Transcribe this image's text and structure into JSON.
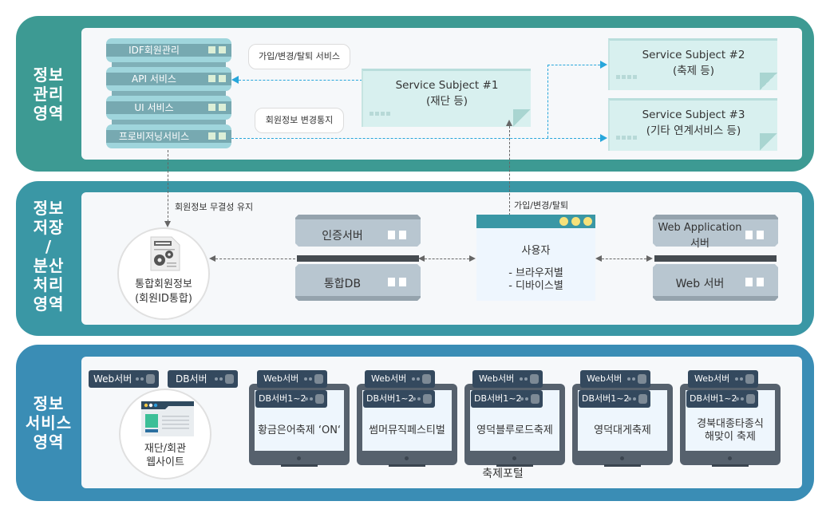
{
  "sections": [
    {
      "id": "management",
      "label_lines": [
        "정보",
        "관리",
        "영역"
      ],
      "color": "#3d9a93"
    },
    {
      "id": "storage",
      "label_lines": [
        "정보",
        "저장",
        "/",
        "분산",
        "처리",
        "영역"
      ],
      "color": "#3a97a5"
    },
    {
      "id": "service",
      "label_lines": [
        "정보",
        "서비스",
        "영역"
      ],
      "color": "#3a8db5"
    }
  ],
  "management": {
    "rack_items": [
      "IDF회원관리",
      "API 서비스",
      "UI 서비스",
      "프로비저닝서비스"
    ],
    "pills": [
      "가입/변경/탈퇴 서비스",
      "회원정보 변경통지"
    ],
    "subjects": [
      {
        "title": "Service Subject #1",
        "subtitle": "(재단 등)"
      },
      {
        "title": "Service Subject #2",
        "subtitle": "(축제 등)"
      },
      {
        "title": "Service Subject #3",
        "subtitle": "(기타 연계서비스 등)"
      }
    ]
  },
  "storage": {
    "integrity_label": "회원정보 무결성 유지",
    "join_label": "가입/변경/탈퇴",
    "member_info": {
      "line1": "통합회원정보",
      "line2": "(회원ID통합)"
    },
    "auth_server": {
      "top": "인증서버",
      "bottom": "통합DB"
    },
    "user_box": {
      "title": "사용자",
      "line1": "- 브라우저별",
      "line2": "- 디바이스별"
    },
    "web_server": {
      "top_line1": "Web Application",
      "top_line2": "서버",
      "bottom": "Web 서버"
    }
  },
  "service": {
    "foundation": {
      "web_tag": "Web서버",
      "db_tag": "DB서버",
      "line1": "재단/회관",
      "line2": "웹사이트"
    },
    "portal_label": "축제포털",
    "festivals": [
      {
        "web_tag": "Web서버",
        "db_tag": "DB서버1~2",
        "lines": [
          "황금은어축제 ‘ON‘"
        ]
      },
      {
        "web_tag": "Web서버",
        "db_tag": "DB서버1~2",
        "lines": [
          "썸머뮤직페스티벌"
        ]
      },
      {
        "web_tag": "Web서버",
        "db_tag": "DB서버1~2",
        "lines": [
          "영덕블루로드축제"
        ]
      },
      {
        "web_tag": "Web서버",
        "db_tag": "DB서버1~2",
        "lines": [
          "영덕대게축제"
        ]
      },
      {
        "web_tag": "Web서버",
        "db_tag": "DB서버1~2",
        "lines": [
          "경북대종타종식",
          "해맞이 축제"
        ]
      }
    ]
  },
  "colors": {
    "arrow_blue": "#27a6db",
    "arrow_gray": "#666666",
    "user_dots": "#f7e27a"
  }
}
